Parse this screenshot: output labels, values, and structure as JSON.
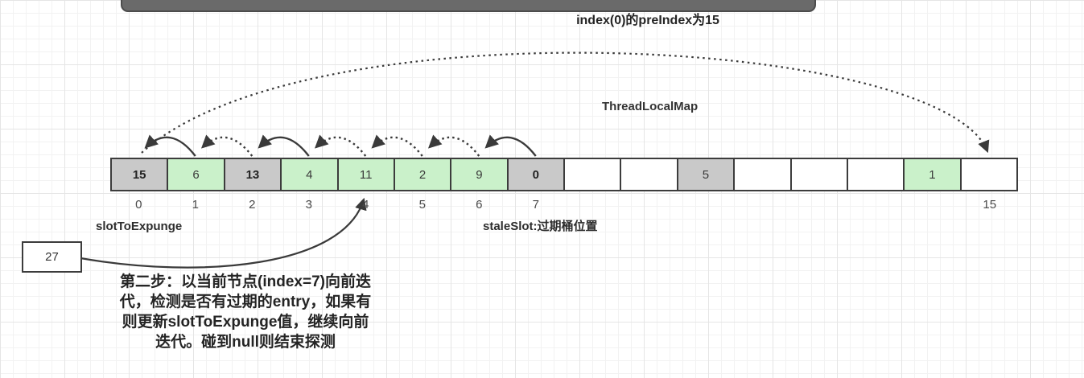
{
  "annotations": {
    "top_note": "index(0)的preIndex为15",
    "map_label": "ThreadLocalMap",
    "slot_to_expunge_label": "slotToExpunge",
    "stale_slot_label": "staleSlot:过期桶位置",
    "pointer_value": "27"
  },
  "array": {
    "cells": [
      {
        "index": "0",
        "value": "15",
        "type": "stale",
        "bold": true
      },
      {
        "index": "1",
        "value": "6",
        "type": "live",
        "bold": false
      },
      {
        "index": "2",
        "value": "13",
        "type": "stale",
        "bold": true
      },
      {
        "index": "3",
        "value": "4",
        "type": "live",
        "bold": false
      },
      {
        "index": "4",
        "value": "11",
        "type": "live",
        "bold": false
      },
      {
        "index": "5",
        "value": "2",
        "type": "live",
        "bold": false
      },
      {
        "index": "6",
        "value": "9",
        "type": "live",
        "bold": false
      },
      {
        "index": "7",
        "value": "0",
        "type": "stale",
        "bold": true
      },
      {
        "index": "",
        "value": "",
        "type": "empty",
        "bold": false
      },
      {
        "index": "",
        "value": "",
        "type": "empty",
        "bold": false
      },
      {
        "index": "",
        "value": "5",
        "type": "stale",
        "bold": false
      },
      {
        "index": "",
        "value": "",
        "type": "empty",
        "bold": false
      },
      {
        "index": "",
        "value": "",
        "type": "empty",
        "bold": false
      },
      {
        "index": "",
        "value": "",
        "type": "empty",
        "bold": false
      },
      {
        "index": "",
        "value": "1",
        "type": "live",
        "bold": false
      },
      {
        "index": "15",
        "value": "",
        "type": "empty",
        "bold": false
      }
    ]
  },
  "step_note": {
    "lines": [
      "第二步：以当前节点(index=7)向前迭",
      "代，检测是否有过期的entry，如果有",
      "则更新slotToExpunge值，继续向前",
      "迭代。碰到null则结束探测"
    ]
  },
  "arrows": {
    "wrap": {
      "from": "0",
      "to": "15",
      "style": "dotted"
    },
    "hops": [
      {
        "from": "1",
        "to": "0",
        "style": "solid"
      },
      {
        "from": "2",
        "to": "1",
        "style": "dotted"
      },
      {
        "from": "3",
        "to": "2",
        "style": "solid"
      },
      {
        "from": "4",
        "to": "3",
        "style": "dotted"
      },
      {
        "from": "5",
        "to": "4",
        "style": "dotted"
      },
      {
        "from": "6",
        "to": "5",
        "style": "dotted"
      },
      {
        "from": "7",
        "to": "6",
        "style": "solid"
      }
    ],
    "pointer": {
      "from": "27",
      "to": "4",
      "style": "solid"
    }
  },
  "colors": {
    "live": "#caf1ca",
    "stale": "#c9c9c9",
    "empty": "#ffffff",
    "border": "#3c3c3c",
    "arrow": "#3a3a3a",
    "bar": "#6a6a6a",
    "grid_minor": "#f2f2f2",
    "grid_major": "#e5e5e5"
  }
}
